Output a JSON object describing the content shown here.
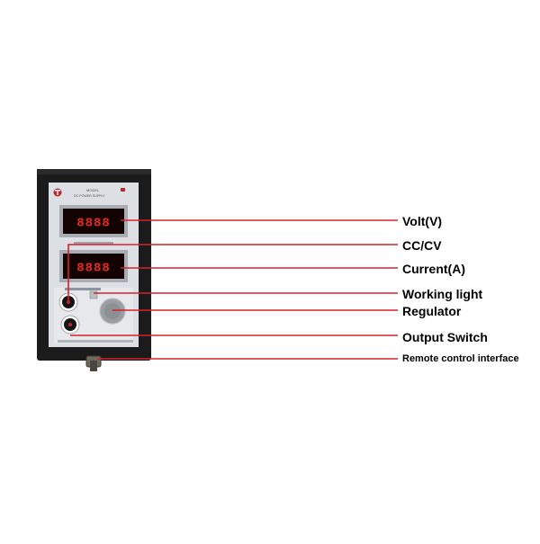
{
  "device": {
    "panel_text_line1": "MODEL",
    "panel_text_line2": "DC POWER SUPPLY",
    "volt_display": "8888",
    "current_display": "8888",
    "colors": {
      "case": "#1b1b1b",
      "panel": "#dcdfe3",
      "display_bg": "#140303",
      "led": "#e8291f",
      "knob": "#9a9ea3",
      "callout_line": "#d4222c"
    }
  },
  "callouts": [
    {
      "id": "volt",
      "label": "Volt(V)"
    },
    {
      "id": "cccv",
      "label": "CC/CV"
    },
    {
      "id": "current",
      "label": "Current(A)"
    },
    {
      "id": "working-light",
      "label": "Working light"
    },
    {
      "id": "regulator",
      "label": "Regulator"
    },
    {
      "id": "output-switch",
      "label": "Output Switch"
    },
    {
      "id": "remote",
      "label": "Remote control interface"
    }
  ]
}
